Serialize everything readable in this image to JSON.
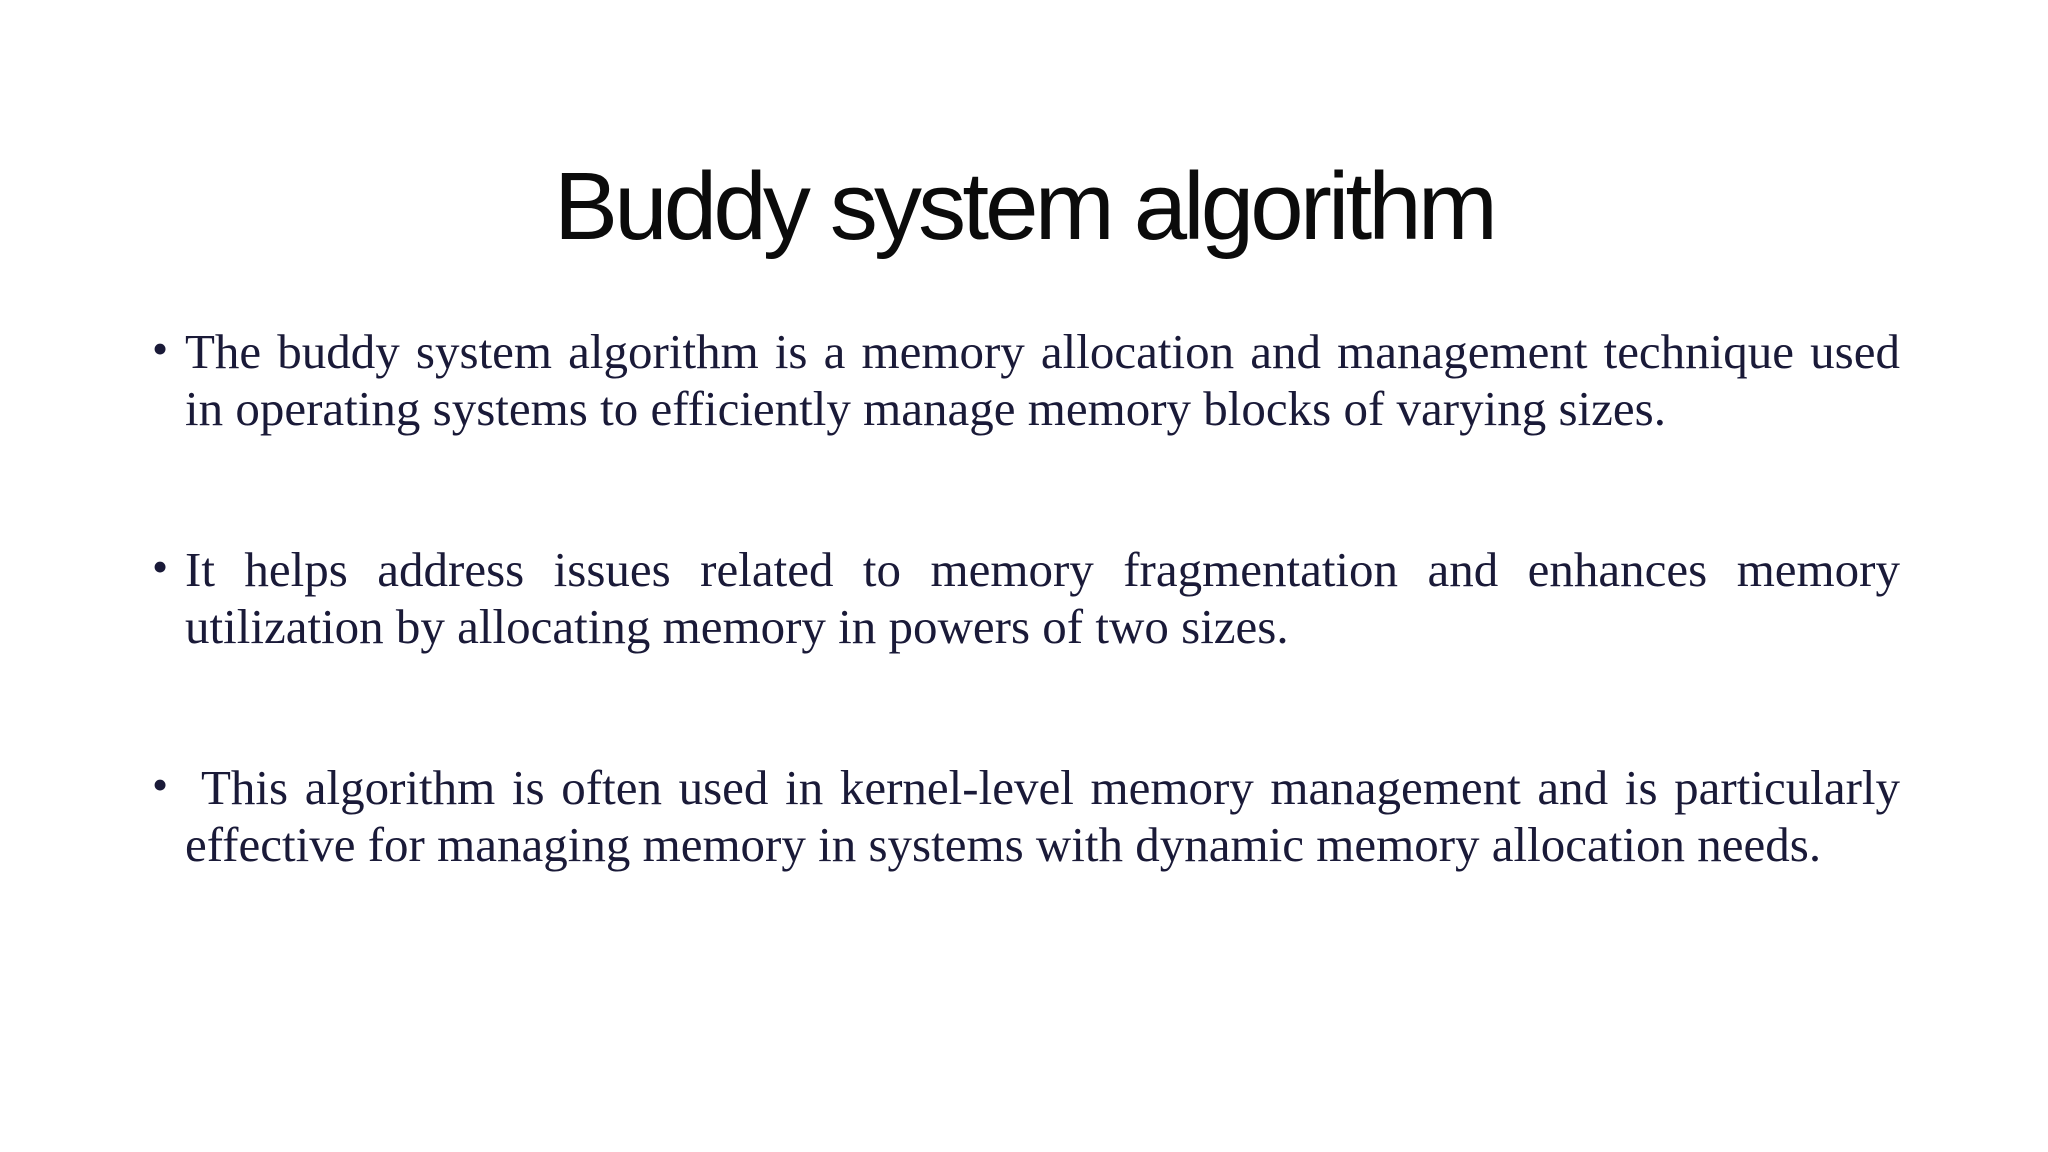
{
  "slide": {
    "title": "Buddy system algorithm",
    "bullet_char": "•",
    "bullets": [
      {
        "text": "The buddy system algorithm is a memory allocation and management technique used in operating systems to efficiently manage memory blocks of varying sizes."
      },
      {
        "text": "It helps address issues related to memory fragmentation and enhances memory utilization by allocating memory in powers of two sizes."
      },
      {
        "text": "This algorithm is often used in kernel-level memory management and is particularly effective for managing memory in systems with dynamic memory allocation needs."
      }
    ],
    "colors": {
      "background": "#ffffff",
      "title_text": "#0b0b0b",
      "body_text": "#1a1a38"
    }
  }
}
